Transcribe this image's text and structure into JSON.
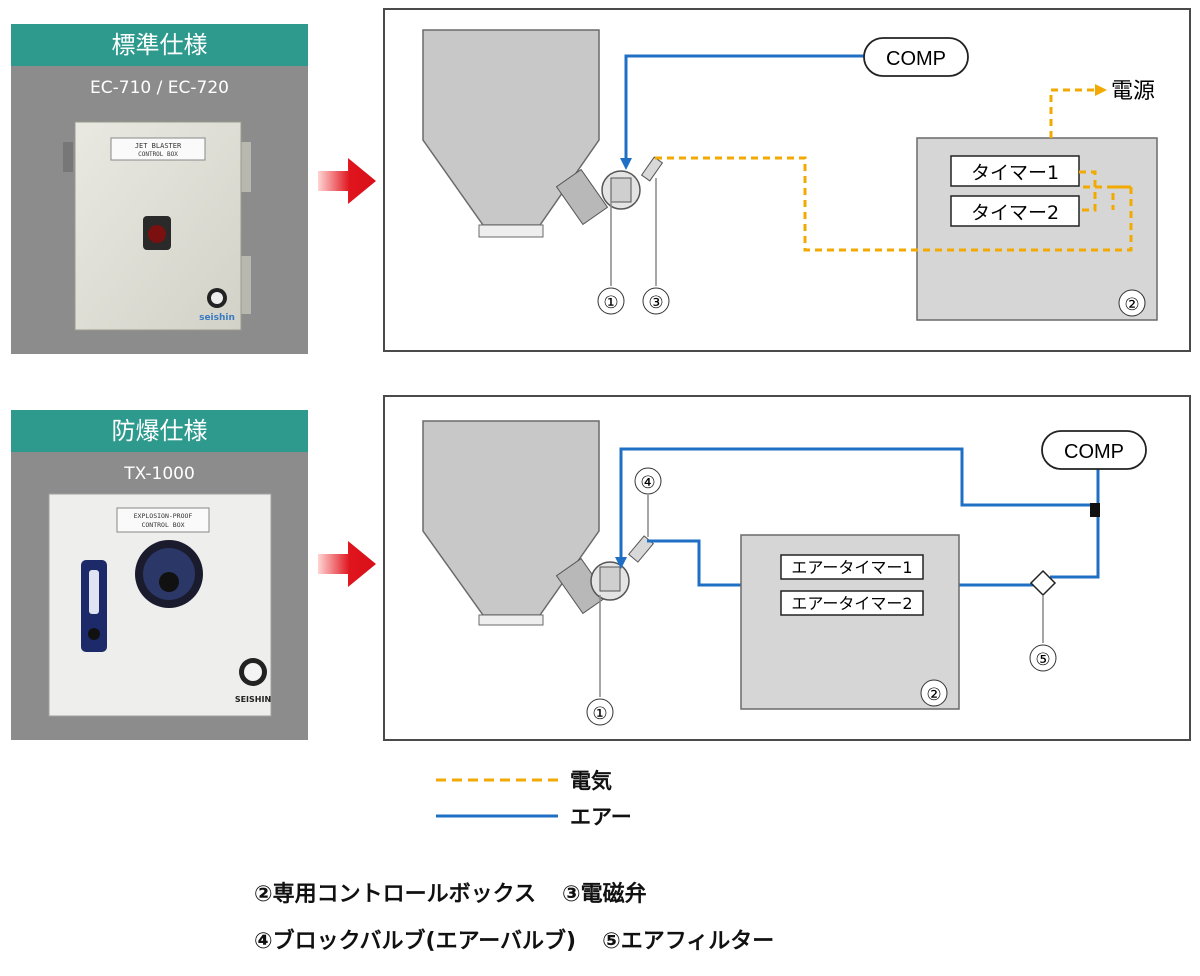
{
  "cards": [
    {
      "title": "標準仕様",
      "model": "EC-710 / EC-720",
      "box_label_1": "JET BLASTER",
      "box_label_2": "CONTROL BOX",
      "brand": "seishin"
    },
    {
      "title": "防爆仕様",
      "model": "TX-1000",
      "box_label_1": "EXPLOSION-PROOF",
      "box_label_2": "CONTROL BOX",
      "brand": "SEISHIN"
    }
  ],
  "diagram1": {
    "comp": "COMP",
    "power": "電源",
    "timer1": "タイマー1",
    "timer2": "タイマー2",
    "n1": "①",
    "n2": "②",
    "n3": "③"
  },
  "diagram2": {
    "comp": "COMP",
    "timer1": "エアータイマー1",
    "timer2": "エアータイマー2",
    "n1": "①",
    "n2": "②",
    "n4": "④",
    "n5": "⑤"
  },
  "legend": {
    "electric": "電気",
    "air": "エアー",
    "electric_color": "#f2a900",
    "air_color": "#1f6fc5"
  },
  "footnotes": {
    "line1_a": "②専用コントロールボックス",
    "line1_b": "③電磁弁",
    "line2_a": "④ブロックバルブ(エアーバルブ)",
    "line2_b": "⑤エアフィルター"
  }
}
